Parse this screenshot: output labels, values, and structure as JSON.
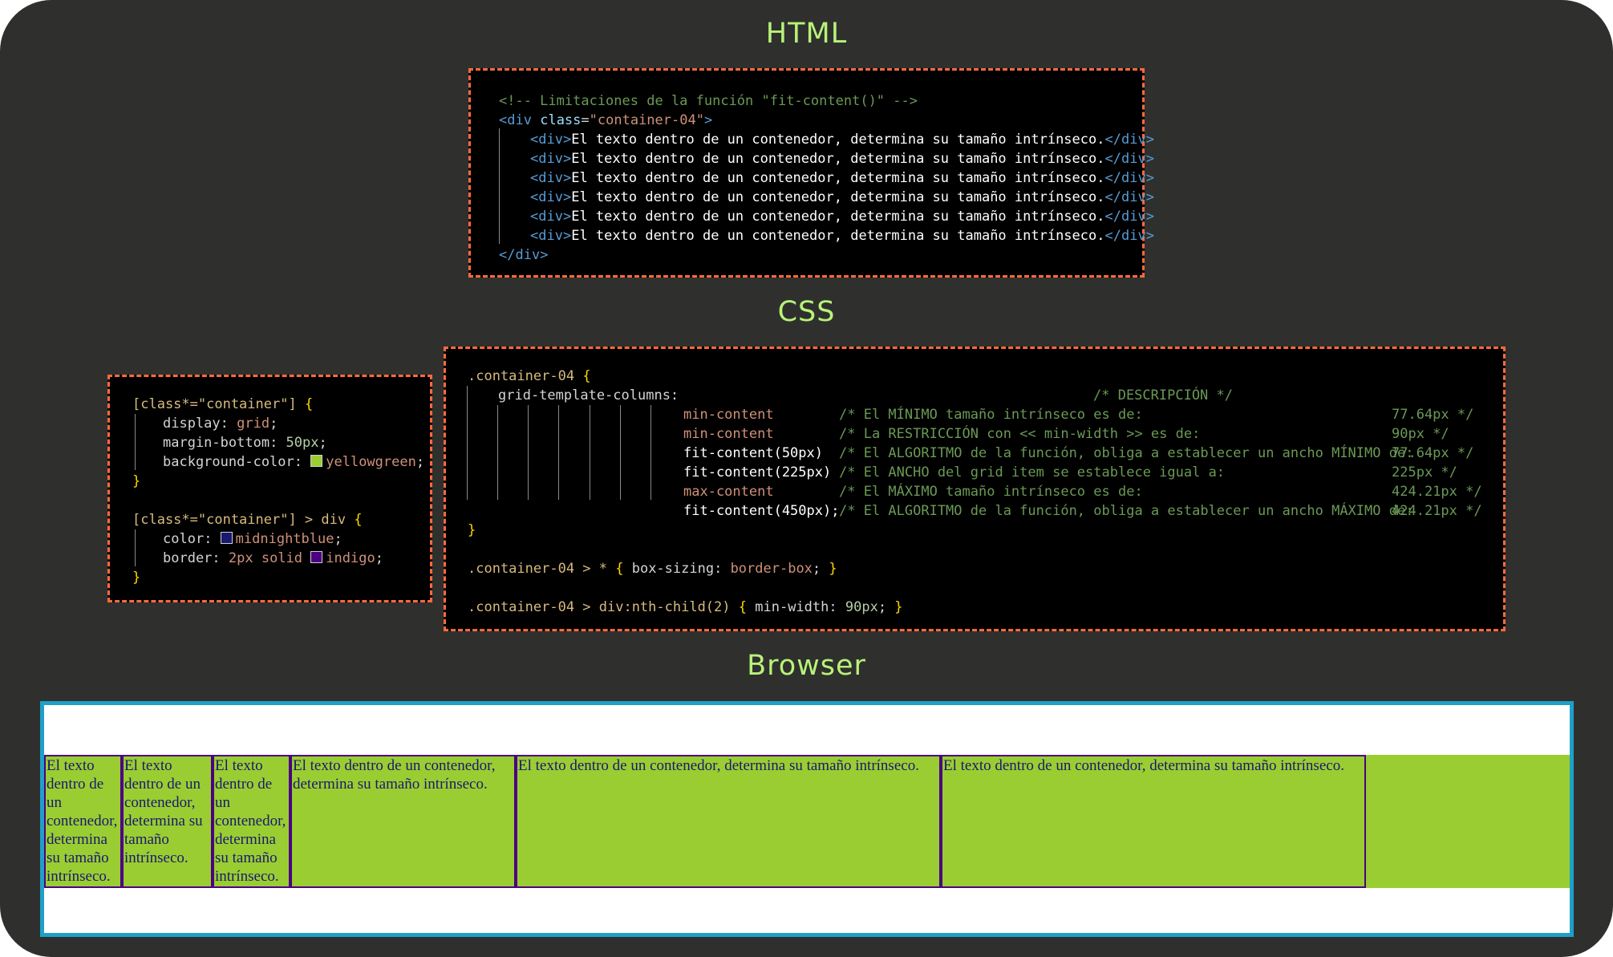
{
  "headings": {
    "html": "HTML",
    "css": "CSS",
    "browser": "Browser"
  },
  "html_code": {
    "comment": "<!-- Limitaciones de la función \"fit-content()\" -->",
    "open_tag": "div",
    "class_attr": "class",
    "class_value": "\"container-04\"",
    "child_tag": "div",
    "child_text": "El texto dentro de un contenedor, determina su tamaño intrínseco.",
    "child_count": 6
  },
  "css_small": {
    "rule1_selector": "[class*=\"container\"]",
    "rule1": [
      {
        "prop": "display",
        "value": "grid"
      },
      {
        "prop": "margin-bottom",
        "value": "50px"
      },
      {
        "prop": "background-color",
        "value": "yellowgreen",
        "swatch": "#9acd32"
      }
    ],
    "rule2_selector": "[class*=\"container\"] > div",
    "rule2": [
      {
        "prop": "color",
        "value": "midnightblue",
        "swatch": "#191970"
      },
      {
        "prop": "border",
        "value": "2px solid",
        "value2": "indigo",
        "swatch": "#4b0082"
      }
    ]
  },
  "css_main": {
    "selector": ".container-04",
    "prop": "grid-template-columns:",
    "desc_header": "/* DESCRIPCIÓN */",
    "rows": [
      {
        "value": "min-content",
        "comment": "/* El MÍNIMO tamaño intrínseco es de:",
        "result": "77.64px */"
      },
      {
        "value": "min-content",
        "comment": "/* La RESTRICCIÓN con << min-width >> es de:",
        "result": "90px */"
      },
      {
        "value": "fit-content(50px)",
        "comment": "/* El ALGORITMO de la función, obliga a establecer un ancho MÍNIMO de:",
        "result": "77.64px */"
      },
      {
        "value": "fit-content(225px)",
        "comment": "/* El ANCHO del grid item se establece igual a:",
        "result": "225px */"
      },
      {
        "value": "max-content",
        "comment": "/* El MÁXIMO tamaño intrínseco es de:",
        "result": "424.21px */"
      },
      {
        "value": "fit-content(450px);",
        "comment": "/* El ALGORITMO de la función, obliga a establecer un ancho MÁXIMO de:",
        "result": "424.21px */"
      }
    ],
    "rule2_selector": ".container-04 > * ",
    "rule2_prop": "box-sizing",
    "rule2_value": "border-box",
    "rule3_selector": ".container-04 > div:nth-child(2)",
    "rule3_prop": "min-width",
    "rule3_value": "90px"
  },
  "browser": {
    "cells": [
      "El texto dentro de un contenedor, determina su tamaño intrínseco.",
      "El texto dentro de un contenedor, determina su tamaño intrínseco.",
      "El texto dentro de un contenedor, determina su tamaño intrínseco.",
      "El texto dentro de un contenedor, determina su tamaño intrínseco.",
      "El texto dentro de un contenedor, determina su tamaño intrínseco.",
      "El texto dentro de un contenedor, determina su tamaño intrínseco."
    ]
  },
  "colors": {
    "background": "#2f302d",
    "heading": "#b8f27a",
    "panel_border": "#ff6a3d",
    "browser_border": "#1ea0c8",
    "grid_background": "#9acd32",
    "cell_border": "#4b0082",
    "cell_text": "#191970"
  }
}
